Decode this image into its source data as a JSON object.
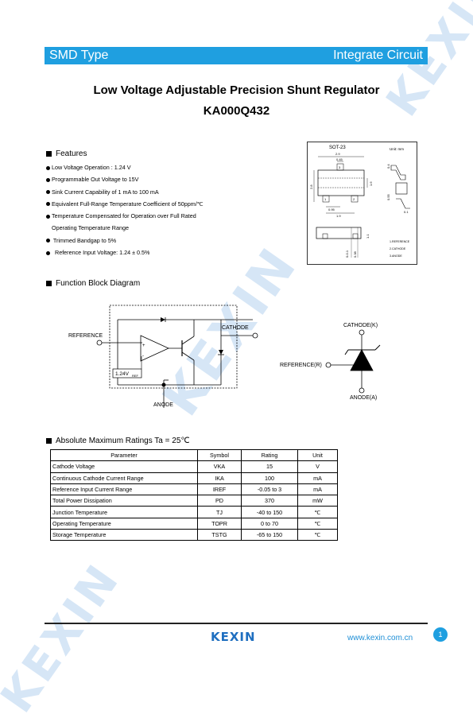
{
  "header": {
    "left": "SMD Type",
    "right": "Integrate Circuit"
  },
  "title": "Low Voltage Adjustable Precision Shunt Regulator",
  "part_number": "KA000Q432",
  "features": {
    "heading": "Features",
    "items": [
      "Low Voltage Operation : 1.24 V",
      "Programmable Out Voltage to 15V",
      "Sink Current Capability of 1 mA to 100 mA",
      "Equivalent Full-Range Temperature Coefficient of 50ppm/℃",
      "Temperature Compensated for Operation over Full Rated",
      "Operating Temperature Range",
      "Trimmed Bandgap to 5%",
      "Reference Input Voltage: 1.24 ± 0.5%"
    ]
  },
  "package": {
    "name": "SOT-23",
    "unit": "Unit: mm",
    "dims": {
      "top_w": "2.9",
      "inner_w": "0.45",
      "height": "2.8",
      "mid": "1.6",
      "bot1": "0.95",
      "bot2": "1.9",
      "side_a": "0.4",
      "side_b": "0.55",
      "side_c": "0.1",
      "side_d": "1.1",
      "foot1": "0-0.1",
      "foot2": "0.38",
      "s1": "0.2",
      "s2": "0.4"
    },
    "pins": [
      "1",
      "2",
      "3"
    ],
    "pin_legend": [
      "1.REFERENCE",
      "2.CATHODE",
      "3.ANODE"
    ]
  },
  "function_block": {
    "heading": "Function Block Diagram",
    "reference": "REFERENCE",
    "cathode": "CATHODE",
    "anode": "ANODE",
    "vref_main": "1.24V",
    "vref_sub": "REF",
    "plus": "+",
    "minus": "-"
  },
  "symbol": {
    "cathode": "CATHODE(K)",
    "reference": "REFERENCE(R)",
    "anode": "ANODE(A)"
  },
  "ratings": {
    "heading": "Absolute Maximum Ratings Ta = 25℃",
    "columns": [
      "Parameter",
      "Symbol",
      "Rating",
      "Unit"
    ],
    "rows": [
      [
        "Cathode Voltage",
        "VKA",
        "15",
        "V"
      ],
      [
        "Continuous Cathode Current Range",
        "IKA",
        "100",
        "mA"
      ],
      [
        "Reference Input Current Range",
        "IREF",
        "-0.05 to 3",
        "mA"
      ],
      [
        "Total Power Dissipation",
        "PD",
        "370",
        "mW"
      ],
      [
        "Junction Temperature",
        "TJ",
        "-40 to 150",
        "℃"
      ],
      [
        "Operating Temperature",
        "TOPR",
        "0 to 70",
        "℃"
      ],
      [
        "Storage Temperature",
        "TSTG",
        "-65 to 150",
        "℃"
      ]
    ]
  },
  "footer": {
    "brand": "KEXIN",
    "url": "www.kexin.com.cn",
    "page": "1"
  },
  "watermark": "KEXIN"
}
